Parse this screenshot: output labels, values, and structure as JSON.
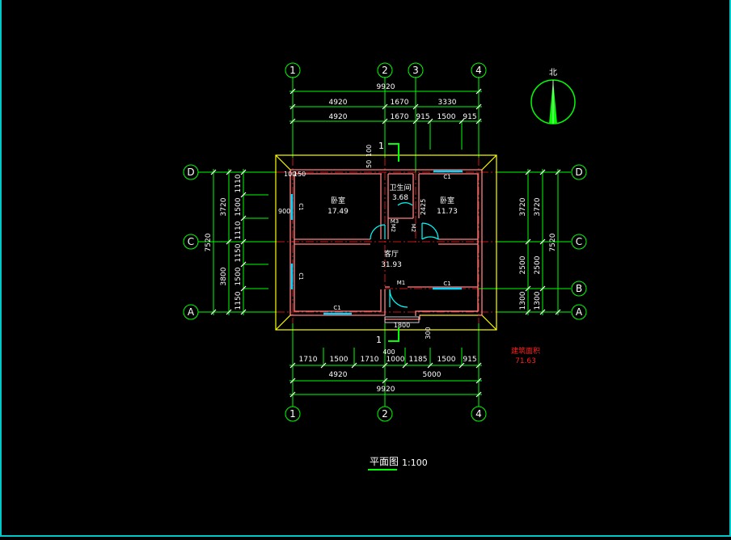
{
  "axes": {
    "top": [
      "1",
      "2",
      "3",
      "4"
    ],
    "bottom": [
      "1",
      "2",
      "4"
    ],
    "left": [
      "D",
      "C",
      "A"
    ],
    "right": [
      "D",
      "C",
      "B",
      "A"
    ]
  },
  "north": "北",
  "top_dims": {
    "total": "9920",
    "row2": [
      "4920",
      "1670",
      "3330"
    ],
    "row3": [
      "4920",
      "1670",
      "915",
      "1500",
      "915"
    ]
  },
  "bottom_dims": {
    "total": "9920",
    "row2": [
      "4920",
      "5000"
    ],
    "row1": [
      "1710",
      "1500",
      "1710",
      "1000",
      "1185",
      "1500",
      "915"
    ]
  },
  "left_dims": {
    "total": "7520",
    "outer": [
      "3720",
      "3800"
    ],
    "inner": [
      "1110",
      "1500",
      "1110",
      "1150",
      "1500",
      "1150"
    ]
  },
  "right_dims": {
    "total": "7520",
    "outer": [
      "3720",
      "2500",
      "1300"
    ],
    "inner": [
      "3720",
      "2500",
      "1300"
    ]
  },
  "rooms": {
    "bedroom1": {
      "name": "卧室",
      "area": "17.49"
    },
    "bathroom": {
      "name": "卫生间",
      "area": "3.68"
    },
    "bedroom2": {
      "name": "卧室",
      "area": "11.73"
    },
    "living": {
      "name": "客厅",
      "area": "31.93"
    }
  },
  "tags": {
    "c1": "C1",
    "m1": "M1",
    "m2": "M2",
    "m3": "M3",
    "section": "1",
    "d100": "100",
    "d150": "150",
    "d50": "50",
    "d100b": "100",
    "d2425": "2425",
    "d900": "900",
    "d1800": "1800",
    "d300": "300",
    "d400": "400"
  },
  "area_label": "建筑面积",
  "area_value": "71.63",
  "title": "平面图",
  "scale": "1:100",
  "colors": {
    "axis": "#00ff00",
    "dim": "#00ff00",
    "wall": "#ff8080",
    "roof": "#ffff00",
    "window": "#00d8ff",
    "door": "#00ffff",
    "red": "#ff2020"
  }
}
